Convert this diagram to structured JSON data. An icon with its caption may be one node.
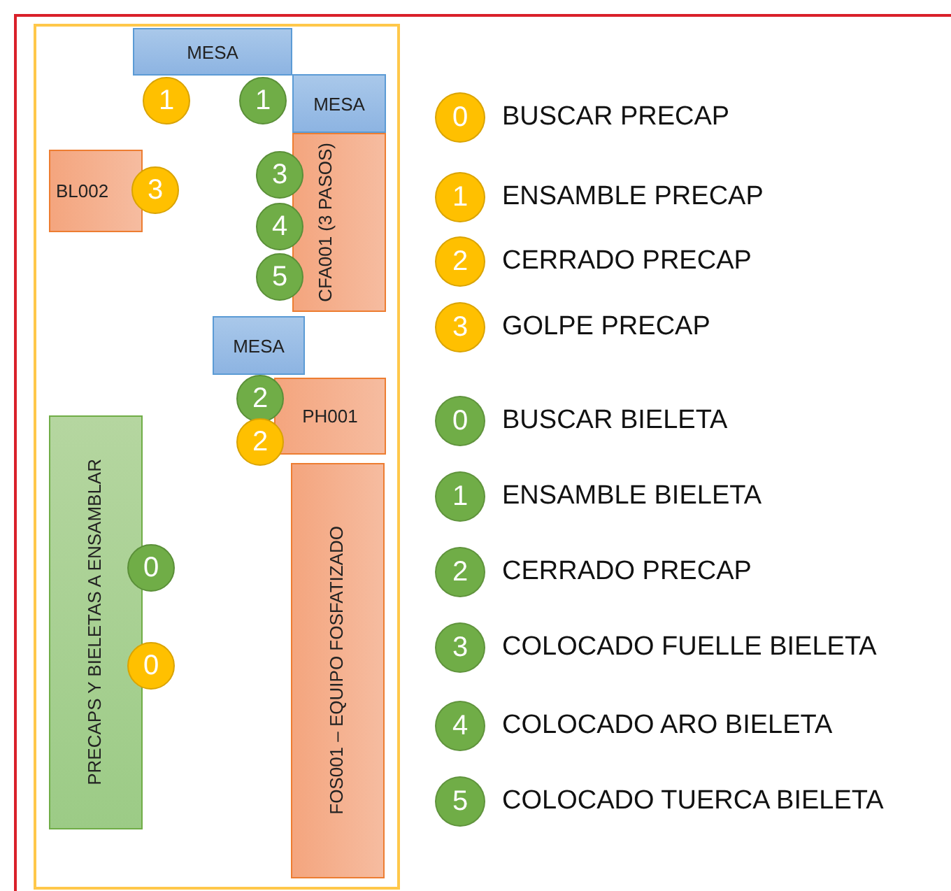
{
  "diagram": {
    "nodes": [
      {
        "text": [
          "MESA"
        ]
      },
      {
        "text": [
          "1"
        ]
      },
      {
        "text": [
          "1"
        ]
      },
      {
        "text": [
          "MESA"
        ]
      },
      {
        "text": [
          "BL002"
        ]
      },
      {
        "text": [
          "3"
        ]
      },
      {
        "text": [
          "CFA001 (3 PASOS)"
        ]
      },
      {
        "text": [
          "3"
        ]
      },
      {
        "text": [
          "4"
        ]
      },
      {
        "text": [
          "5"
        ]
      },
      {
        "text": [
          "MESA"
        ]
      },
      {
        "text": [
          "2"
        ]
      },
      {
        "text": [
          "PH001"
        ]
      },
      {
        "text": [
          "2"
        ]
      },
      {
        "text": [
          "PRECAPS Y BIELETAS A ENSAMBLAR"
        ]
      },
      {
        "text": [
          "FOS001 – EQUIPO FOSFATIZADO"
        ]
      },
      {
        "text": [
          "0"
        ]
      },
      {
        "text": [
          "0"
        ]
      }
    ],
    "edges": [],
    "labels": [
      "0",
      "1",
      "2",
      "3",
      "0",
      "1",
      "2",
      "3",
      "4",
      "5"
    ],
    "legend": [
      {
        "text": "BUSCAR PRECAP",
        "color": "#ffc000"
      },
      {
        "text": "ENSAMBLE PRECAP",
        "color": "#ffc000"
      },
      {
        "text": "CERRADO PRECAP",
        "color": "#ffc000"
      },
      {
        "text": "GOLPE PRECAP",
        "color": "#ffc000"
      },
      {
        "text": "BUSCAR BIELETA",
        "color": "#70ad47"
      },
      {
        "text": "ENSAMBLE BIELETA",
        "color": "#70ad47"
      },
      {
        "text": "CERRADO PRECAP",
        "color": "#70ad47"
      },
      {
        "text": "COLOCADO FUELLE BIELETA",
        "color": "#70ad47"
      },
      {
        "text": "COLOCADO ARO BIELETA",
        "color": "#70ad47"
      },
      {
        "text": "COLOCADO TUERCA BIELETA",
        "color": "#70ad47"
      }
    ]
  }
}
